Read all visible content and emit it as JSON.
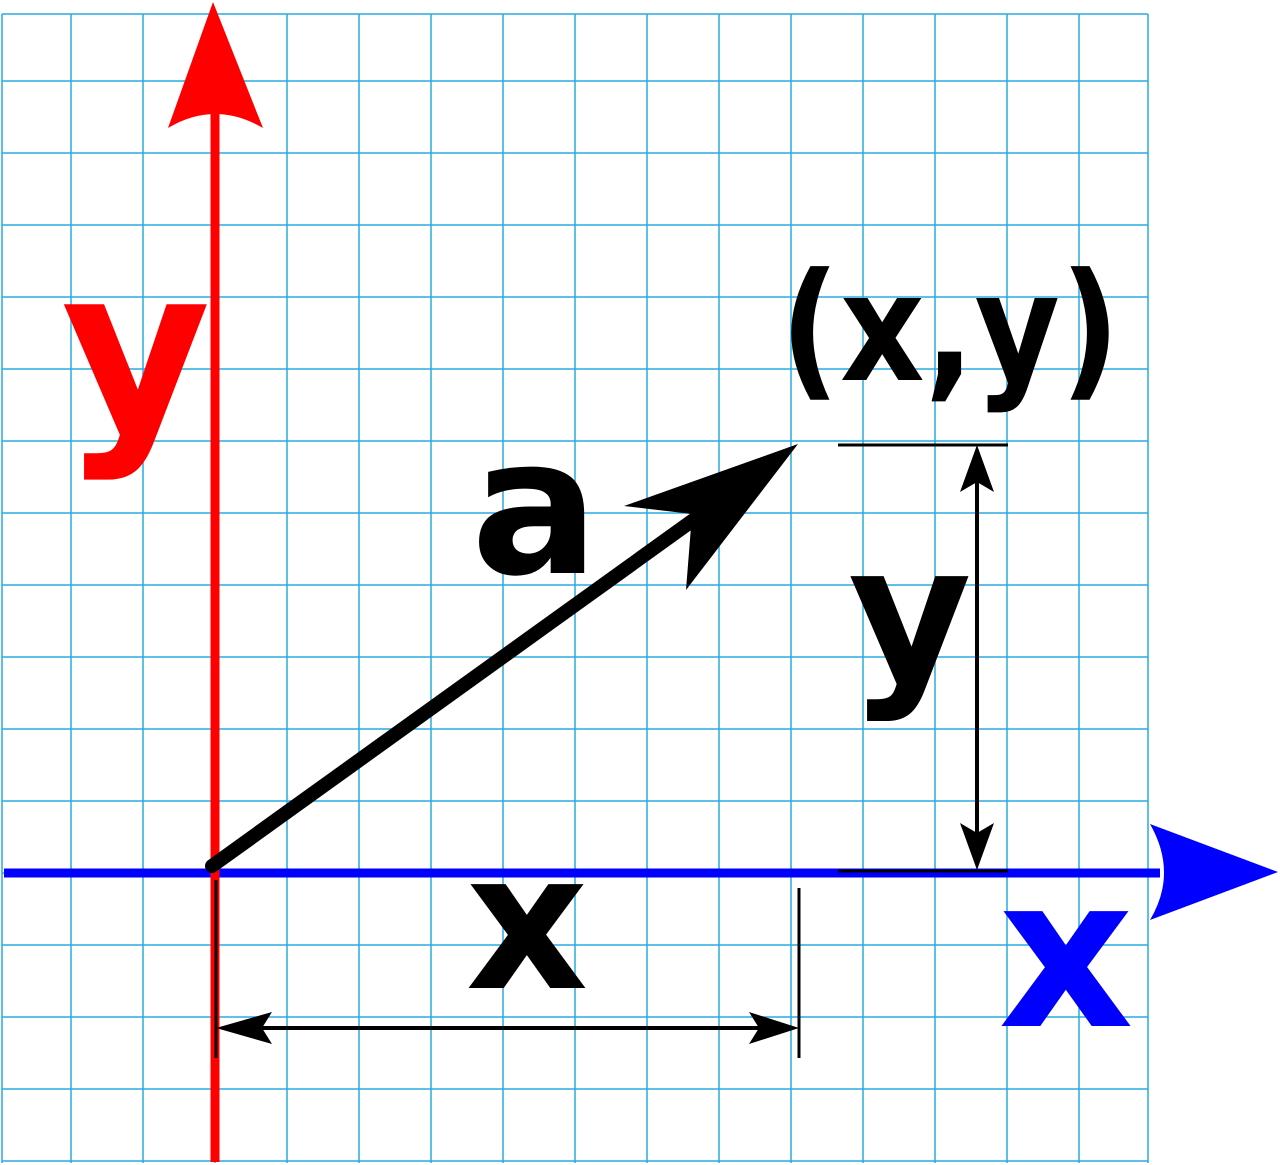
{
  "labels": {
    "y_axis": "y",
    "x_axis": "x",
    "vector": "a",
    "point": "(x,y)",
    "x_component": "x",
    "y_component": "y"
  },
  "colors": {
    "background": "#ffffff",
    "grid": "#29abe2",
    "y_axis": "#ff0000",
    "x_axis": "#0000ff",
    "vector": "#000000",
    "dimension": "#000000"
  }
}
